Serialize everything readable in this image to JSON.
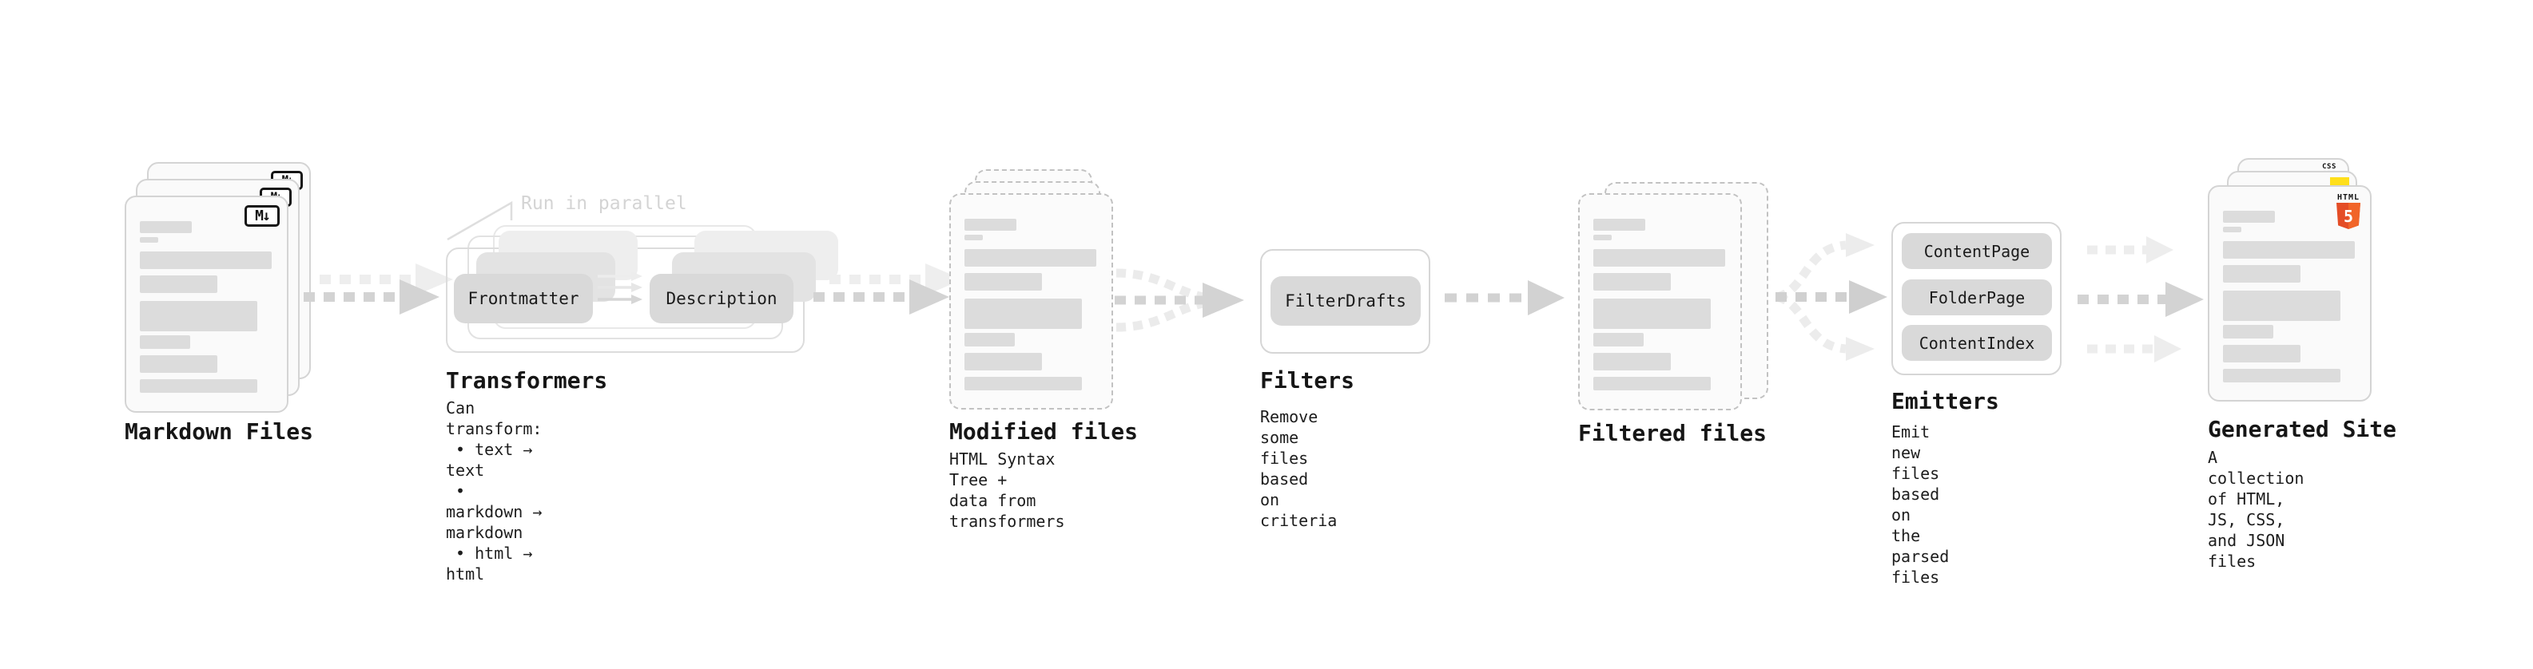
{
  "stages": {
    "markdown_files": {
      "label": "Markdown Files",
      "icon_label": "M↓"
    },
    "transformers": {
      "label": "Transformers",
      "annotation": "Run in parallel",
      "pills": [
        "Frontmatter",
        "Description"
      ],
      "sublabel": "Can transform:\n • text → text\n • markdown → markdown\n • html → html"
    },
    "modified_files": {
      "label": "Modified files",
      "sublabel": "HTML Syntax Tree +\ndata from transformers"
    },
    "filters": {
      "label": "Filters",
      "pills": [
        "FilterDrafts"
      ],
      "sublabel": "Remove some files based\non criteria"
    },
    "filtered_files": {
      "label": "Filtered files"
    },
    "emitters": {
      "label": "Emitters",
      "pills": [
        "ContentPage",
        "FolderPage",
        "ContentIndex"
      ],
      "sublabel": "Emit new files based on\nthe parsed files"
    },
    "generated_site": {
      "label": "Generated Site",
      "sublabel": "A collection of HTML,\nJS, CSS, and JSON files",
      "css_icon_label": "CSS",
      "html_icon_label": "HTML",
      "html5_number": "5"
    }
  },
  "colors": {
    "html5_orange": "#e44d26",
    "html5_orange_light": "#f16529",
    "js_yellow": "#ffdf1b",
    "css_blue": "#2f6bff",
    "pill_gray": "#d9d9d9",
    "bar_gray": "#dcdcdc",
    "arrow_gray": "#d3d3d3",
    "arrow_light_gray": "#ececec"
  }
}
